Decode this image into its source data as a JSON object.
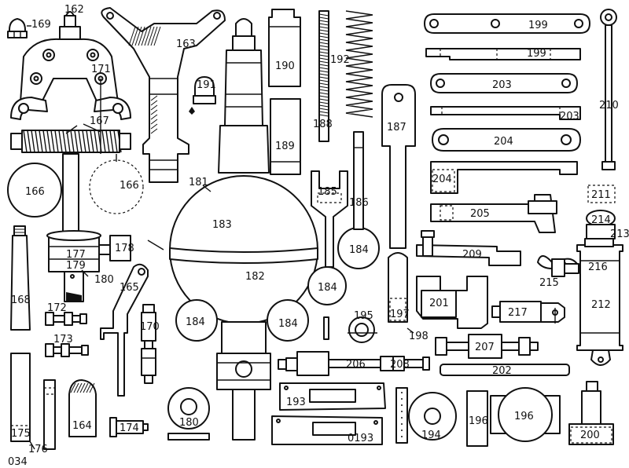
{
  "plate_code": "034",
  "labels": [
    {
      "id": "169",
      "text": "169"
    },
    {
      "id": "162",
      "text": "162"
    },
    {
      "id": "171",
      "text": "171"
    },
    {
      "id": "167",
      "text": "167"
    },
    {
      "id": "166a",
      "text": "166"
    },
    {
      "id": "166b",
      "text": "166"
    },
    {
      "id": "163",
      "text": "163"
    },
    {
      "id": "191",
      "text": "191"
    },
    {
      "id": "190",
      "text": "190"
    },
    {
      "id": "189",
      "text": "189"
    },
    {
      "id": "192",
      "text": "192"
    },
    {
      "id": "188",
      "text": "188"
    },
    {
      "id": "187",
      "text": "187"
    },
    {
      "id": "199a",
      "text": "199"
    },
    {
      "id": "199b",
      "text": "199"
    },
    {
      "id": "203a",
      "text": "203"
    },
    {
      "id": "203b",
      "text": "203"
    },
    {
      "id": "204a",
      "text": "204"
    },
    {
      "id": "204b",
      "text": "204"
    },
    {
      "id": "210",
      "text": "210"
    },
    {
      "id": "211",
      "text": "211"
    },
    {
      "id": "181",
      "text": "181"
    },
    {
      "id": "183",
      "text": "183"
    },
    {
      "id": "182",
      "text": "182"
    },
    {
      "id": "185",
      "text": "185"
    },
    {
      "id": "186",
      "text": "186"
    },
    {
      "id": "184a",
      "text": "184"
    },
    {
      "id": "184b",
      "text": "184"
    },
    {
      "id": "184c",
      "text": "184"
    },
    {
      "id": "184d",
      "text": "184"
    },
    {
      "id": "205",
      "text": "205"
    },
    {
      "id": "214",
      "text": "214"
    },
    {
      "id": "213",
      "text": "213"
    },
    {
      "id": "209",
      "text": "209"
    },
    {
      "id": "216",
      "text": "216"
    },
    {
      "id": "215",
      "text": "215"
    },
    {
      "id": "212",
      "text": "212"
    },
    {
      "id": "177",
      "text": "177"
    },
    {
      "id": "178",
      "text": "178"
    },
    {
      "id": "179",
      "text": "179"
    },
    {
      "id": "180a",
      "text": "180"
    },
    {
      "id": "165",
      "text": "165"
    },
    {
      "id": "168",
      "text": "168"
    },
    {
      "id": "172",
      "text": "172"
    },
    {
      "id": "173",
      "text": "173"
    },
    {
      "id": "170",
      "text": "170"
    },
    {
      "id": "201",
      "text": "201"
    },
    {
      "id": "217",
      "text": "217"
    },
    {
      "id": "197",
      "text": "197"
    },
    {
      "id": "198",
      "text": "198"
    },
    {
      "id": "195",
      "text": "195"
    },
    {
      "id": "207",
      "text": "207"
    },
    {
      "id": "206",
      "text": "206"
    },
    {
      "id": "208",
      "text": "208"
    },
    {
      "id": "202",
      "text": "202"
    },
    {
      "id": "175",
      "text": "175"
    },
    {
      "id": "176",
      "text": "176"
    },
    {
      "id": "164",
      "text": "164"
    },
    {
      "id": "174",
      "text": "174"
    },
    {
      "id": "180b",
      "text": "180"
    },
    {
      "id": "193a",
      "text": "193"
    },
    {
      "id": "193b",
      "text": "0193"
    },
    {
      "id": "194",
      "text": "194"
    },
    {
      "id": "196a",
      "text": "196"
    },
    {
      "id": "196b",
      "text": "196"
    },
    {
      "id": "200",
      "text": "200"
    }
  ]
}
